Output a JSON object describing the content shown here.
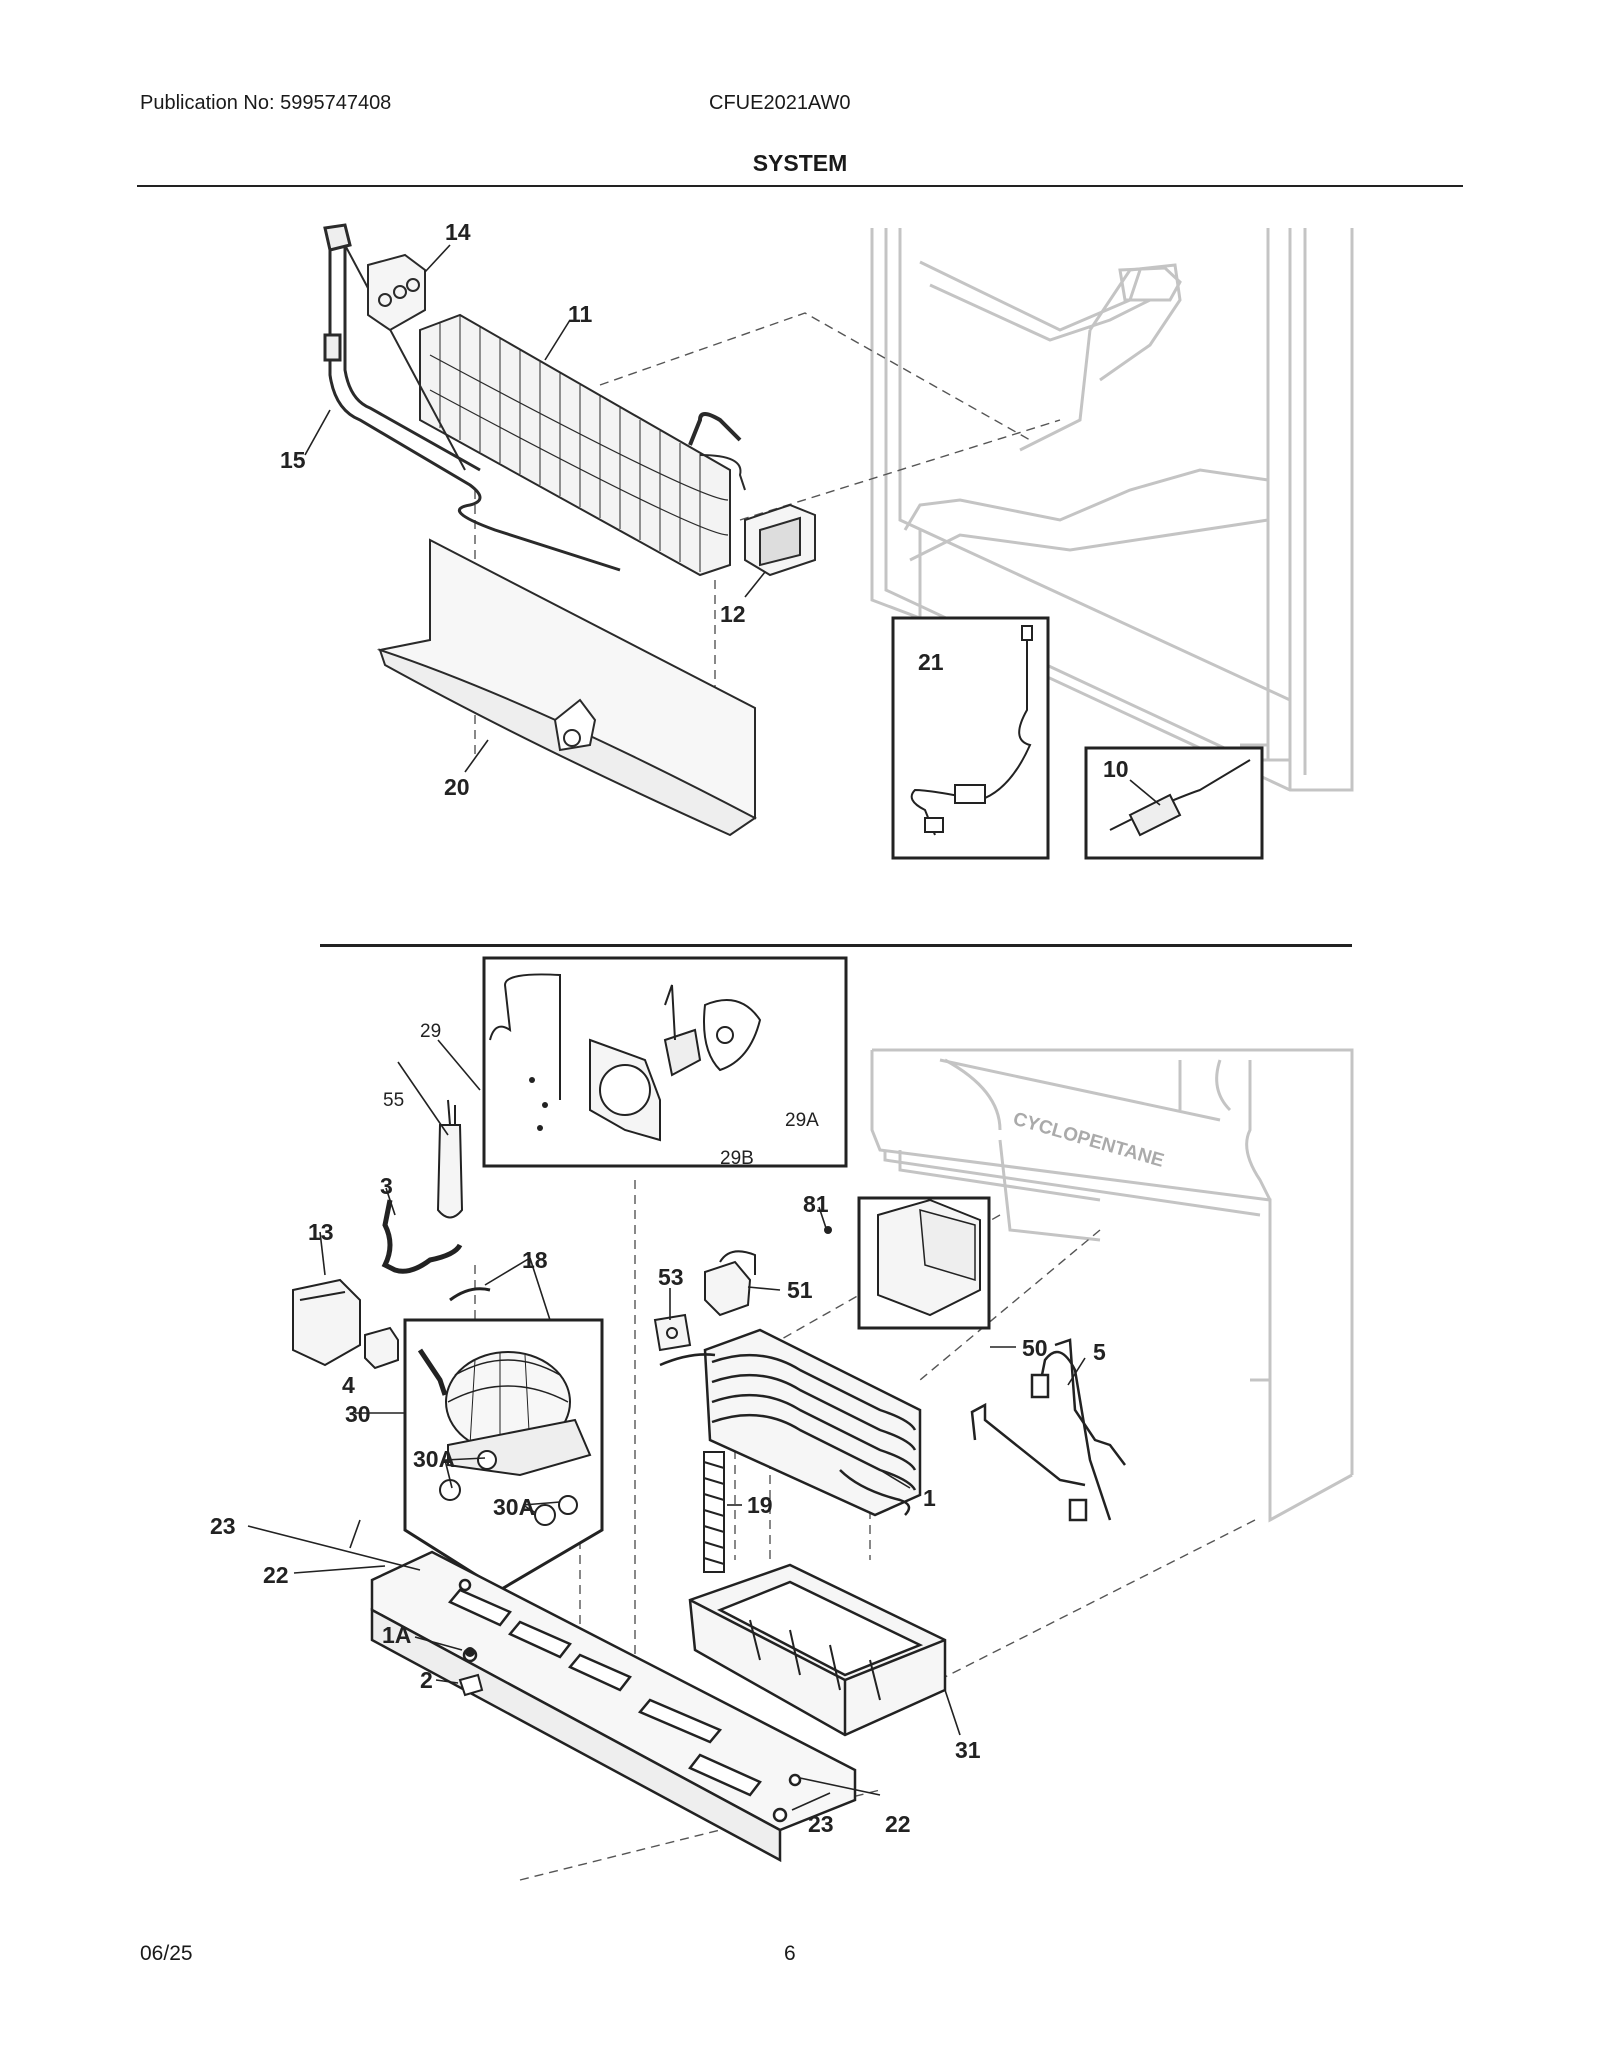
{
  "header": {
    "publication": "Publication No: 5995747408",
    "model": "CFUE2021AW0",
    "section_title": "SYSTEM"
  },
  "footer": {
    "date": "06/25",
    "page_number": "6"
  },
  "cabinet_marking": "CYCLOPENTANE",
  "part_labels": {
    "p14": "14",
    "p11": "11",
    "p15": "15",
    "p12": "12",
    "p20": "20",
    "p21": "21",
    "p10": "10",
    "p29": "29",
    "p29A": "29A",
    "p29B": "29B",
    "p55": "55",
    "p3": "3",
    "p13": "13",
    "p18": "18",
    "p53": "53",
    "p51": "51",
    "p81": "81",
    "p50": "50",
    "p4": "4",
    "p30": "30",
    "p30A_left": "30A",
    "p30A_right": "30A",
    "p5": "5",
    "p1": "1",
    "p19": "19",
    "p23_left": "23",
    "p22_left": "22",
    "p1A": "1A",
    "p2": "2",
    "p31": "31",
    "p23_bottom": "23",
    "p22_bottom": "22"
  }
}
